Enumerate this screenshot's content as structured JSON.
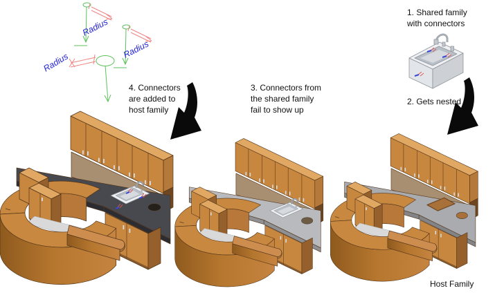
{
  "annotations": {
    "step1": {
      "lines": [
        "1. Shared family",
        "with connectors"
      ]
    },
    "step2": {
      "label": "2. Gets nested"
    },
    "step3": {
      "lines": [
        "3. Connectors from",
        "the shared family",
        "fail to show up"
      ]
    },
    "step4": {
      "lines": [
        "4. Connectors",
        "are added to",
        "host family"
      ]
    },
    "host_family_label": "Host Family"
  },
  "connector_symbols": {
    "items": [
      {
        "label": "Radius"
      },
      {
        "label": "Radius"
      },
      {
        "label": "Radius"
      }
    ]
  },
  "colors": {
    "radius_text": "#2424d8",
    "connector_green": "#5cc05c",
    "connector_red": "#f08484",
    "arrow_black": "#0a0a0a",
    "cabinet_front": "#c8873f",
    "cabinet_side": "#96602c",
    "cabinet_top": "#e0a863",
    "backsplash": "#a98f72",
    "sink_body": "#e9ebee"
  },
  "renders": [
    {
      "name": "host family with connectors added",
      "caption": "",
      "vars": {
        "ctr": "#47494f",
        "ctrF": "#2b2d33",
        "hole": "#26201a",
        "sink": "inline",
        "conn": "inline"
      }
    },
    {
      "name": "host family with nested sink, connectors fail to show",
      "caption": "",
      "vars": {
        "ctr": "#b8babd",
        "ctrF": "#8e9093",
        "hole": "#6e5b43",
        "sink": "inline"
      }
    },
    {
      "name": "host family with cutouts only",
      "caption": "",
      "vars": {
        "ctr": "#a9abae",
        "ctrF": "#828487",
        "hole": "#a8713a",
        "cutout": "inline"
      }
    }
  ]
}
